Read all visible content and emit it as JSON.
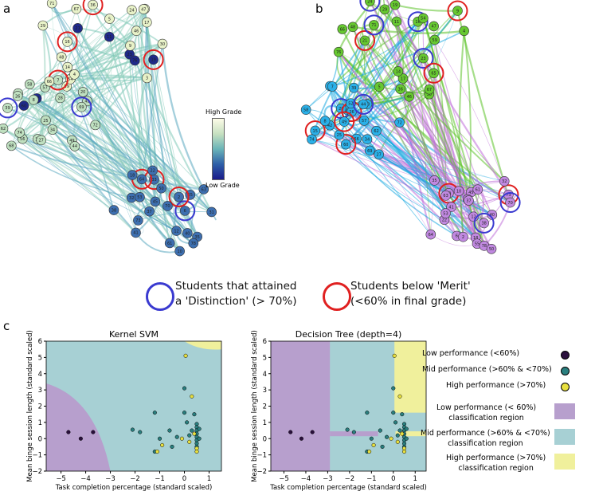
{
  "panels": {
    "a": "a",
    "b": "b",
    "c": "c"
  },
  "colorbar": {
    "high": "High Grade",
    "low": "Low Grade"
  },
  "legend_top": {
    "distinction_line1": "Students that attained",
    "distinction_line2": "a 'Distinction' (> 70%)",
    "below_merit_line1": "Students below 'Merit'",
    "below_merit_line2": "(<60% in final grade)",
    "distinction_color": "#3a3ad0",
    "below_merit_color": "#e02020"
  },
  "network_a_labels": [
    "30",
    "15",
    "33",
    "59",
    "57",
    "64",
    "5",
    "68",
    "45",
    "67",
    "42",
    "40",
    "17",
    "13",
    "63",
    "14",
    "28",
    "12",
    "48",
    "69",
    "22",
    "23",
    "39",
    "73",
    "11",
    "56",
    "18",
    "16",
    "74",
    "41",
    "54",
    "60",
    "55",
    "24",
    "26",
    "38",
    "46",
    "52",
    "32",
    "4",
    "7",
    "35",
    "76",
    "34",
    "6",
    "21",
    "62",
    "78",
    "65",
    "20",
    "50",
    "9",
    "25",
    "53",
    "36",
    "8",
    "2",
    "66",
    "49",
    "31",
    "71",
    "72",
    "10",
    "29",
    "27",
    "61",
    "19",
    "58",
    "37",
    "3",
    "44",
    "70",
    "47"
  ],
  "network_b_labels": [
    "30",
    "15",
    "33",
    "59",
    "57",
    "64",
    "5",
    "68",
    "45",
    "67",
    "42",
    "40",
    "17",
    "13",
    "63",
    "14",
    "28",
    "12",
    "48",
    "69",
    "22",
    "23",
    "39",
    "73",
    "11",
    "56",
    "18",
    "16",
    "74",
    "41",
    "54",
    "60",
    "55",
    "24",
    "26",
    "38",
    "46",
    "52",
    "32",
    "4",
    "7",
    "35",
    "76",
    "34",
    "6",
    "21",
    "62",
    "78",
    "65",
    "20",
    "50",
    "9",
    "25",
    "53",
    "36",
    "8",
    "2",
    "66",
    "49",
    "31",
    "71",
    "72",
    "10",
    "29",
    "27",
    "61",
    "19",
    "58",
    "37",
    "3",
    "44",
    "70",
    "47"
  ],
  "bottom_legend": {
    "low": "Low performance (<60%)",
    "mid": "Mid performance (>60% & <70%)",
    "high": "High performance (>70%)",
    "low_region_1": "Low performance (< 60%)",
    "low_region_2": "classification region",
    "mid_region_1": "Mid performance (>60% & <70%)",
    "mid_region_2": "classification region",
    "high_region_1": "High performance (>70%)",
    "high_region_2": "classification region",
    "colors": {
      "low_point": "#2a0f3c",
      "mid_point": "#2a7f7f",
      "high_point": "#e8e040",
      "low_region": "#b79fcd",
      "mid_region": "#a7d0d4",
      "high_region": "#f0f09c"
    }
  },
  "chart_data": [
    {
      "type": "scatter",
      "title": "Kernel SVM",
      "xlabel": "Task completion percentage (standard scaled)",
      "ylabel": "Mean binge session length (standard scaled)",
      "xlim": [
        -5.6,
        1.5
      ],
      "ylim": [
        -2,
        6
      ],
      "xticks": [
        -5,
        -4,
        -3,
        -2,
        -1,
        0,
        1
      ],
      "yticks": [
        -2,
        -1,
        0,
        1,
        2,
        3,
        4,
        5,
        6
      ],
      "series": [
        {
          "name": "Low performance (<60%)",
          "class": "low",
          "points": [
            [
              -4.7,
              0.4
            ],
            [
              -4.2,
              0.0
            ],
            [
              -3.7,
              0.4
            ]
          ]
        },
        {
          "name": "Mid performance (>60% & <70%)",
          "class": "mid",
          "points": [
            [
              -2.1,
              0.55
            ],
            [
              -1.8,
              0.4
            ],
            [
              -1.2,
              1.6
            ],
            [
              -1.0,
              0.0
            ],
            [
              -0.6,
              0.5
            ],
            [
              -0.3,
              0.1
            ],
            [
              0.0,
              3.1
            ],
            [
              0.0,
              1.6
            ],
            [
              0.1,
              1.0
            ],
            [
              0.2,
              0.2
            ],
            [
              0.3,
              0.5
            ],
            [
              0.4,
              1.5
            ],
            [
              0.5,
              0.9
            ],
            [
              0.5,
              0.7
            ],
            [
              0.5,
              0.5
            ],
            [
              0.5,
              0.3
            ],
            [
              0.5,
              0.1
            ],
            [
              0.5,
              -0.1
            ],
            [
              0.5,
              -0.3
            ],
            [
              0.5,
              -0.5
            ],
            [
              0.6,
              0.6
            ],
            [
              0.6,
              0.0
            ],
            [
              -0.5,
              -0.5
            ],
            [
              -1.2,
              -0.8
            ]
          ]
        },
        {
          "name": "High performance (>70%)",
          "class": "high",
          "points": [
            [
              0.05,
              5.1
            ],
            [
              0.3,
              2.6
            ],
            [
              -0.1,
              0.0
            ],
            [
              -0.9,
              -0.4
            ],
            [
              0.2,
              -0.2
            ],
            [
              0.5,
              -0.6
            ],
            [
              0.5,
              -0.8
            ],
            [
              -1.1,
              -0.8
            ],
            [
              0.4,
              0.3
            ]
          ]
        }
      ],
      "regions": "SVM: low region left disc, high region top-right corner, mid elsewhere"
    },
    {
      "type": "scatter",
      "title": "Decision Tree (depth=4)",
      "xlabel": "Task completion percentage (standard scaled)",
      "ylabel": "Mean binge session length (standard scaled)",
      "xlim": [
        -5.6,
        1.5
      ],
      "ylim": [
        -2,
        6
      ],
      "xticks": [
        -5,
        -4,
        -3,
        -2,
        -1,
        0,
        1
      ],
      "yticks": [
        -2,
        -1,
        0,
        1,
        2,
        3,
        4,
        5,
        6
      ],
      "series": [
        {
          "name": "Low performance (<60%)",
          "class": "low",
          "points": [
            [
              -4.7,
              0.4
            ],
            [
              -4.2,
              0.0
            ],
            [
              -3.7,
              0.4
            ]
          ]
        },
        {
          "name": "Mid performance (>60% & <70%)",
          "class": "mid",
          "points": [
            [
              -2.1,
              0.55
            ],
            [
              -1.8,
              0.4
            ],
            [
              -1.2,
              1.6
            ],
            [
              -1.0,
              0.0
            ],
            [
              -0.6,
              0.5
            ],
            [
              -0.3,
              0.1
            ],
            [
              0.0,
              3.1
            ],
            [
              0.0,
              1.6
            ],
            [
              0.1,
              1.0
            ],
            [
              0.2,
              0.2
            ],
            [
              0.3,
              0.5
            ],
            [
              0.4,
              1.5
            ],
            [
              0.5,
              0.9
            ],
            [
              0.5,
              0.7
            ],
            [
              0.5,
              0.5
            ],
            [
              0.5,
              0.3
            ],
            [
              0.5,
              0.1
            ],
            [
              0.5,
              -0.1
            ],
            [
              0.5,
              -0.3
            ],
            [
              0.5,
              -0.5
            ],
            [
              0.6,
              0.6
            ],
            [
              0.6,
              0.0
            ],
            [
              -0.5,
              -0.5
            ],
            [
              -1.2,
              -0.8
            ]
          ]
        },
        {
          "name": "High performance (>70%)",
          "class": "high",
          "points": [
            [
              0.05,
              5.1
            ],
            [
              0.3,
              2.6
            ],
            [
              -0.1,
              0.0
            ],
            [
              -0.9,
              -0.4
            ],
            [
              0.2,
              -0.2
            ],
            [
              0.5,
              -0.6
            ],
            [
              0.5,
              -0.8
            ],
            [
              -1.1,
              -0.8
            ],
            [
              0.4,
              0.3
            ]
          ]
        }
      ],
      "regions": "Tree: low x<-2.9 and band y~0.2-0.4 to x~-0.7; high x>0.0 y>1.6 and small band; mid elsewhere"
    }
  ]
}
